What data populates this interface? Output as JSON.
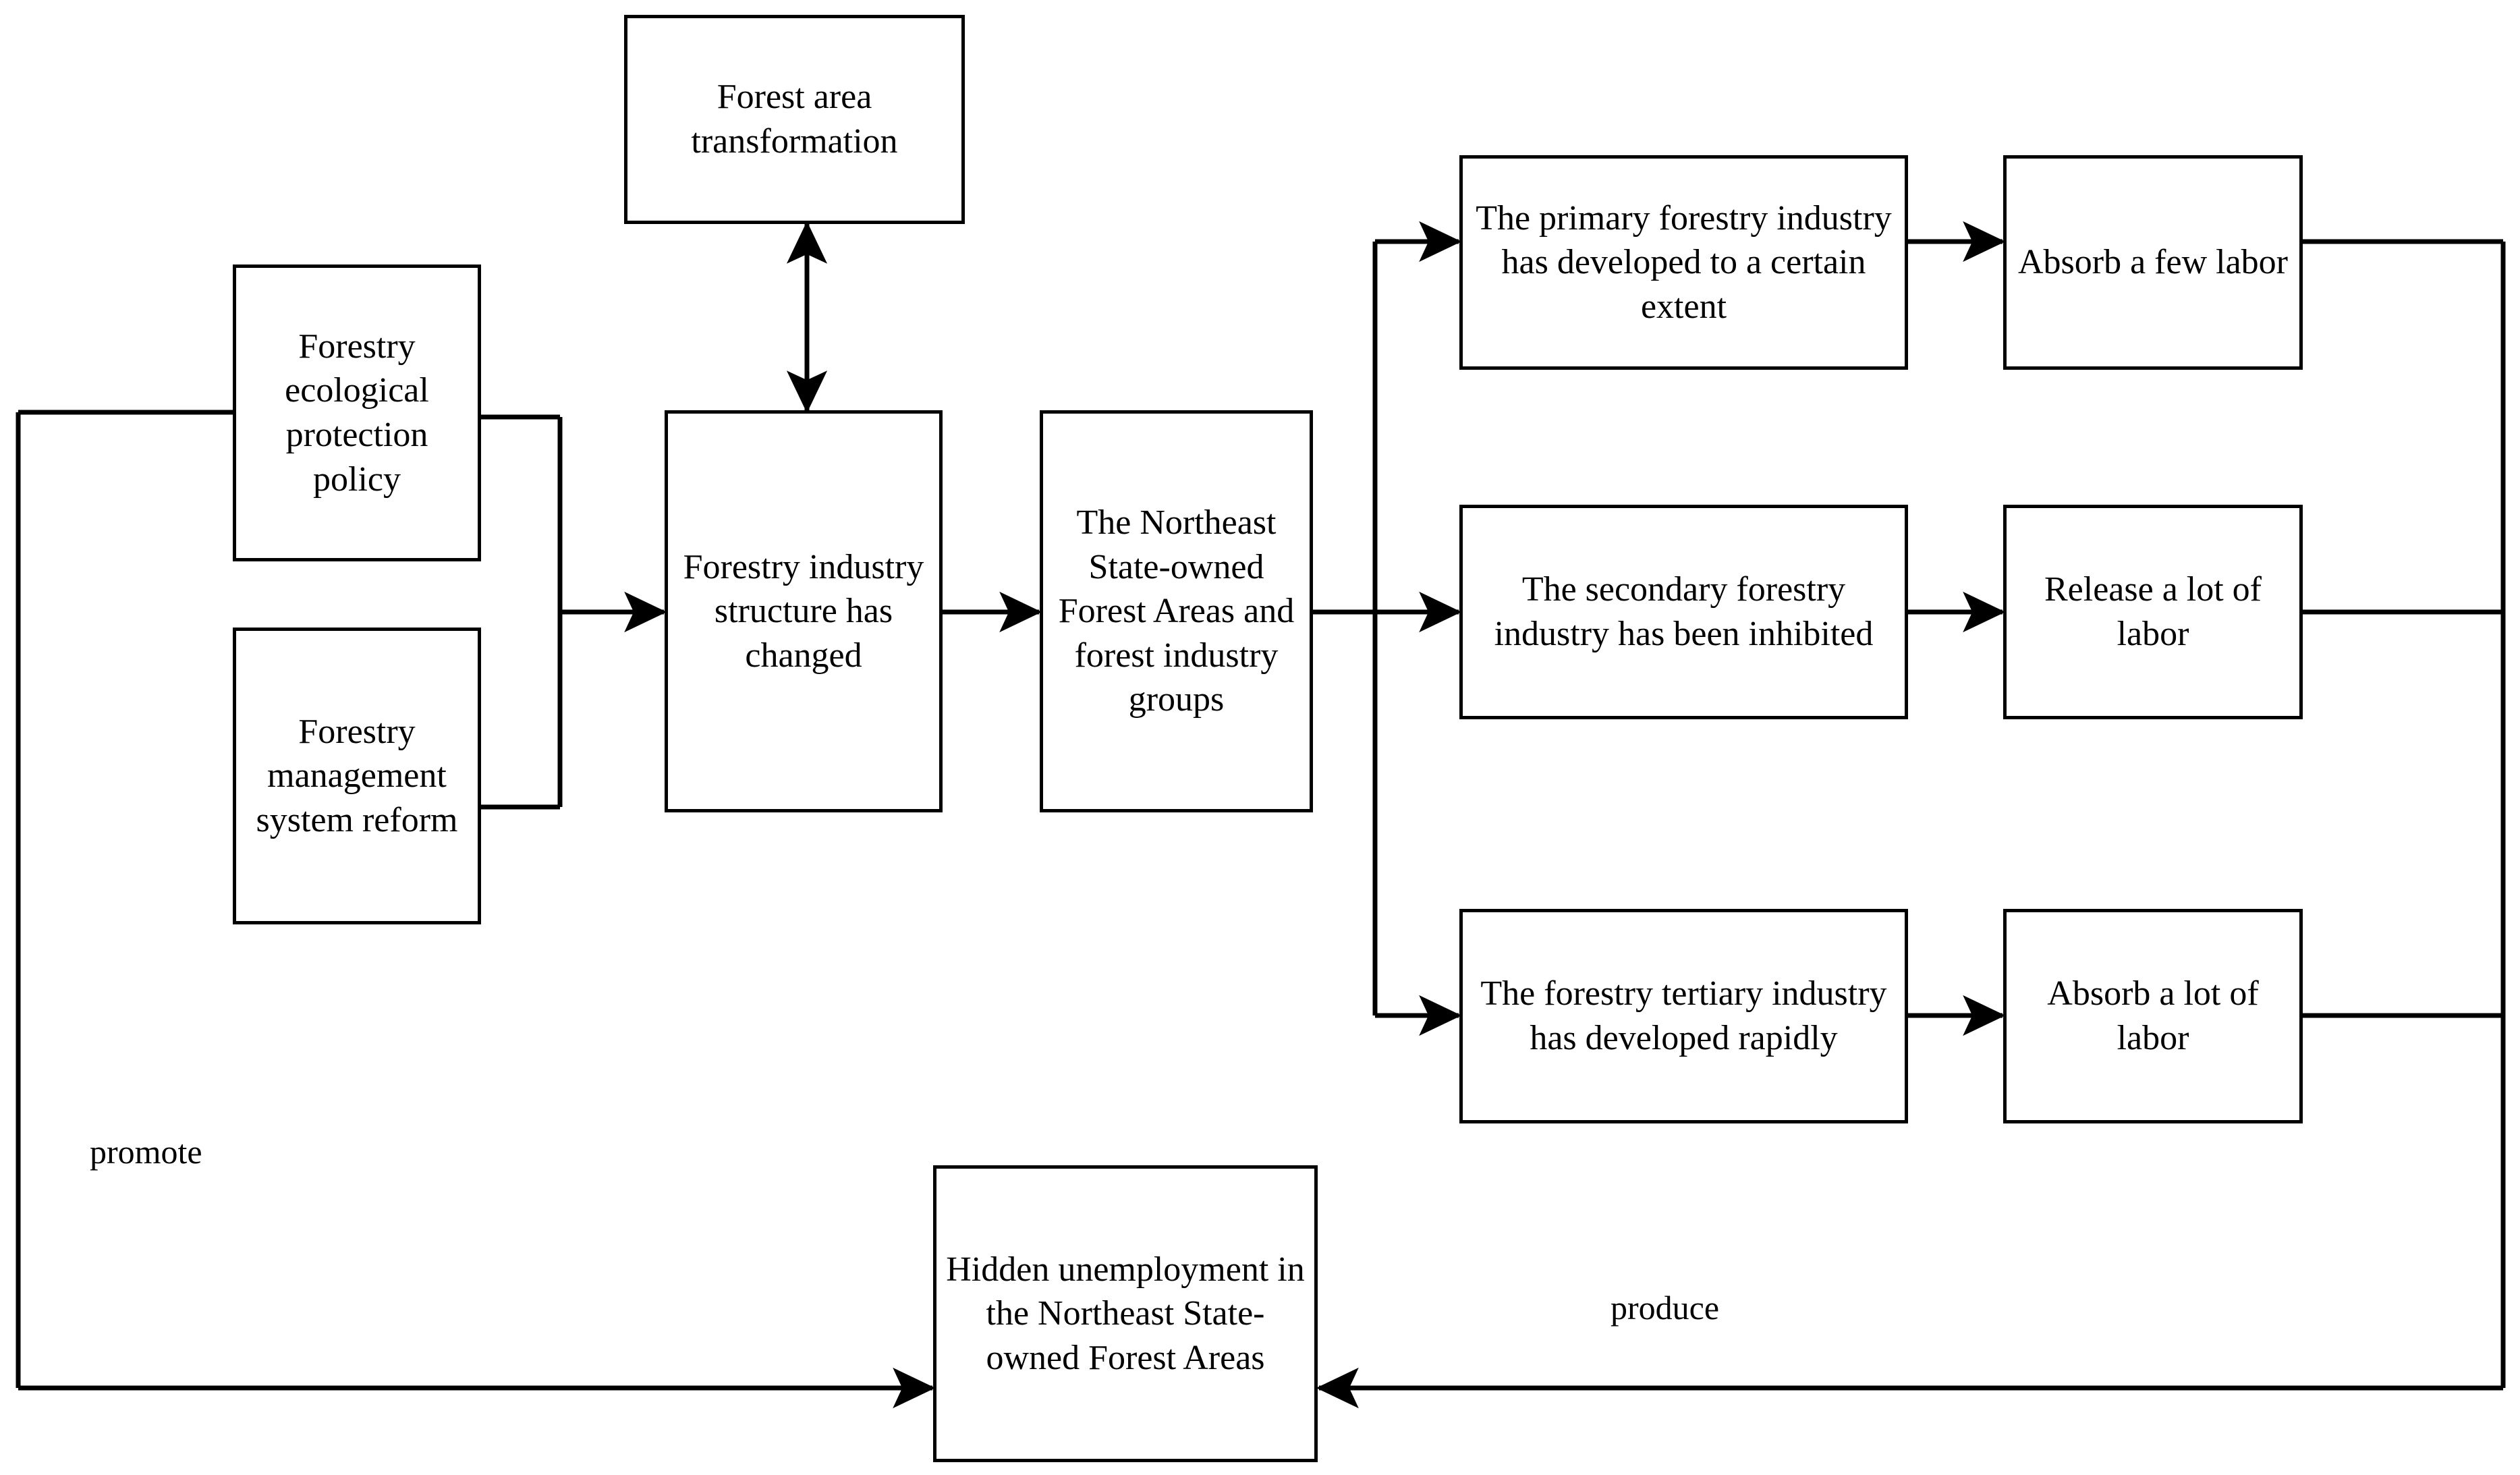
{
  "diagram": {
    "title": "Forestry policy and hidden unemployment flowchart",
    "background_color": "#ffffff",
    "line_color": "#000000",
    "text_color": "#000000",
    "nodes": {
      "forest_area_transformation": "Forest area transformation",
      "ecological_policy": "Forestry ecological protection policy",
      "management_reform": "Forestry management system reform",
      "industry_structure": "Forestry industry structure has changed",
      "northeast_groups": "The Northeast State-owned Forest Areas and forest industry groups",
      "primary_industry": "The primary forestry industry has developed to a certain extent",
      "secondary_industry": "The secondary forestry industry has been inhibited",
      "tertiary_industry": "The forestry tertiary industry has developed rapidly",
      "absorb_few_labor": "Absorb a few labor",
      "release_lot_labor": "Release a lot of labor",
      "absorb_lot_labor": "Absorb a lot of labor",
      "hidden_unemployment": "Hidden unemployment in the Northeast State-owned Forest Areas"
    },
    "edge_labels": {
      "promote": "promote",
      "produce": "produce"
    }
  }
}
